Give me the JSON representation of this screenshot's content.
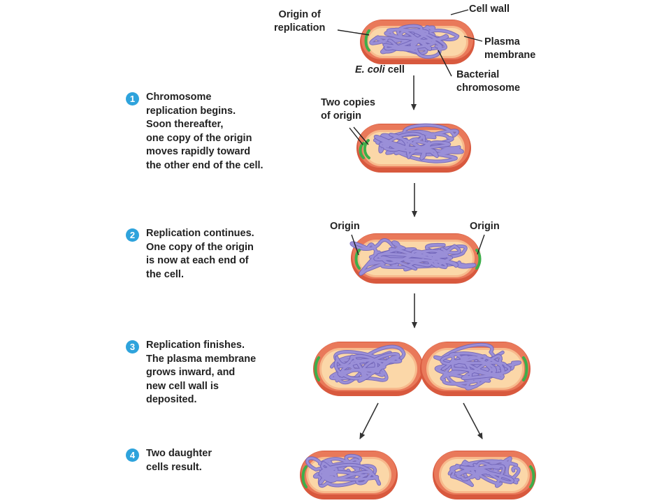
{
  "labels": {
    "origin_of_replication": [
      "Origin of",
      "replication"
    ],
    "cell_wall": "Cell wall",
    "plasma_membrane": [
      "Plasma",
      "membrane"
    ],
    "ecoli_species": "E. coli",
    "ecoli_cell_word": "cell",
    "bacterial_chromosome": [
      "Bacterial",
      "chromosome"
    ],
    "two_copies_of_origin": [
      "Two copies",
      "of origin"
    ],
    "origin_left": "Origin",
    "origin_right": "Origin"
  },
  "steps": [
    {
      "number": "1",
      "lines": [
        "Chromosome",
        "replication begins.",
        "Soon thereafter,",
        "one copy of the origin",
        "moves rapidly toward",
        "the other end of the cell."
      ]
    },
    {
      "number": "2",
      "lines": [
        "Replication continues.",
        "One copy of the origin",
        "is now at each end of",
        "the cell."
      ]
    },
    {
      "number": "3",
      "lines": [
        "Replication finishes.",
        "The plasma membrane",
        "grows inward, and",
        "new cell wall is",
        "deposited."
      ]
    },
    {
      "number": "4",
      "lines": [
        "Two daughter",
        "cells result."
      ]
    }
  ],
  "colors": {
    "cell_wall": "#e9795a",
    "cytoplasm": "#fbd7a8",
    "chromosome": "#9a8fd8",
    "origin": "#3dae4a",
    "step_badge": "#2ea3dc"
  }
}
